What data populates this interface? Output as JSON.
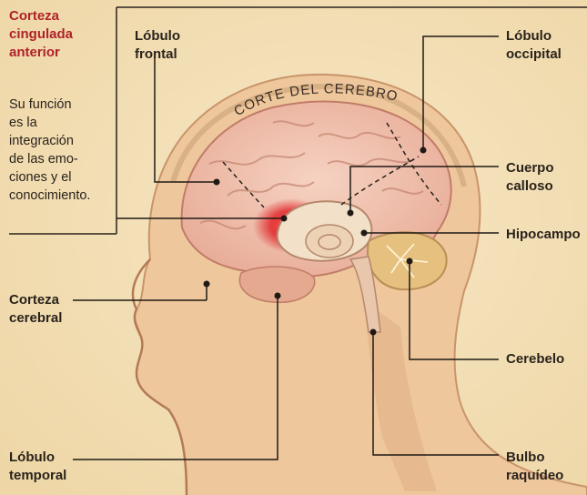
{
  "callout": {
    "title": "Corteza\ncingulada\nanterior",
    "body": "Su función\nes la\nintegración\nde las emo-\nciones y el\nconocimiento."
  },
  "section_title": "CORTE DEL CEREBRO",
  "labels": {
    "frontal": "Lóbulo\nfrontal",
    "occipital": "Lóbulo\noccipital",
    "corpus_callosum": "Cuerpo\ncalloso",
    "hippocampus": "Hipocampo",
    "cerebral_cortex": "Corteza\ncerebral",
    "cerebellum": "Cerebelo",
    "temporal": "Lóbulo\ntemporal",
    "medulla": "Bulbo\nraquídeo"
  }
}
